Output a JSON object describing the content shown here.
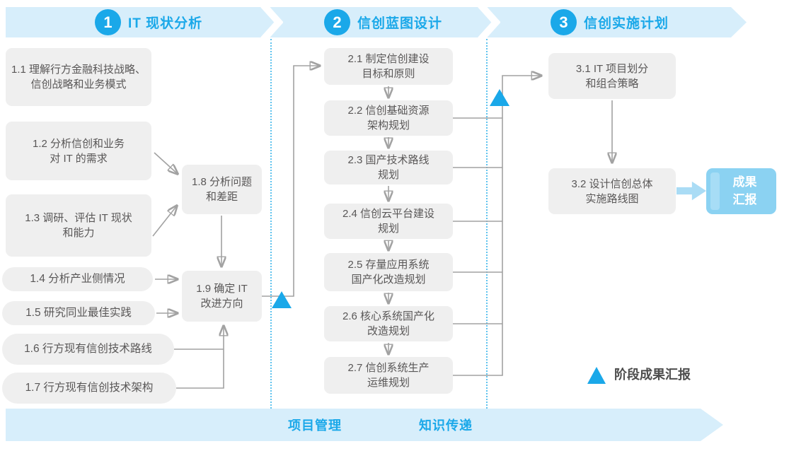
{
  "title": "信创规划三阶段流程图",
  "colors": {
    "accent": "#1aa8e9",
    "band_bg": "#d7eefb",
    "box_bg": "#efefef",
    "box_text": "#595757",
    "connector": "#a2a2a2",
    "dotted": "#5fc3ee",
    "result_bg": "#8bd2f2",
    "result_stripe": "#a7ddf6",
    "flow_arrow": "#aadcf5"
  },
  "phases": [
    {
      "number": "1",
      "title": "IT 现状分析"
    },
    {
      "number": "2",
      "title": "信创蓝图设计"
    },
    {
      "number": "3",
      "title": "信创实施计划"
    }
  ],
  "nodes": {
    "n11": "1.1 理解行方金融科技战略、\n信创战略和业务模式",
    "n12": "1.2 分析信创和业务\n对 IT 的需求",
    "n13": "1.3 调研、评估 IT 现状\n和能力",
    "n14": "1.4 分析产业侧情况",
    "n15": "1.5 研究同业最佳实践",
    "n16": "1.6 行方现有信创技术路线",
    "n17": "1.7 行方现有信创技术架构",
    "n18": "1.8 分析问题\n和差距",
    "n19": "1.9 确定 IT\n改进方向",
    "n21": "2.1 制定信创建设\n目标和原则",
    "n22": "2.2 信创基础资源\n架构规划",
    "n23": "2.3 国产技术路线\n规划",
    "n24": "2.4 信创云平台建设\n规划",
    "n25": "2.5 存量应用系统\n国产化改造规划",
    "n26": "2.6 核心系统国产化\n改造规划",
    "n27": "2.7 信创系统生产\n运维规划",
    "n31": "3.1 IT 项目划分\n和组合策略",
    "n32": "3.2 设计信创总体\n实施路线图"
  },
  "result_box": "成果\n汇报",
  "footer": {
    "items": [
      "项目管理",
      "知识传递"
    ]
  },
  "legend": {
    "milestone": "阶段成果汇报"
  }
}
